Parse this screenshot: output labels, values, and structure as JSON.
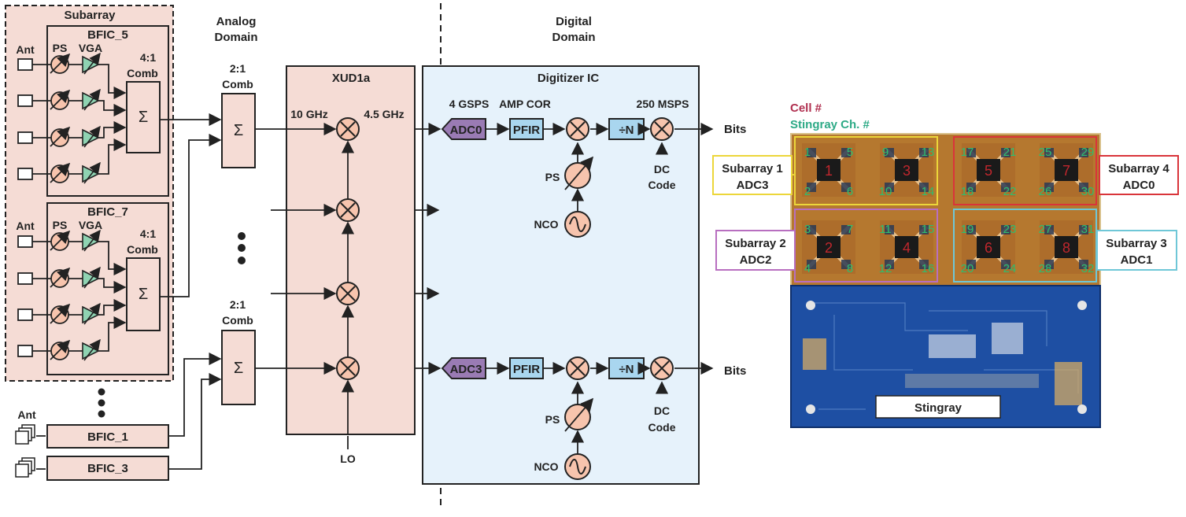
{
  "subarray": {
    "title": "Subarray"
  },
  "analog": {
    "line1": "Analog",
    "line2": "Domain"
  },
  "digital": {
    "line1": "Digital",
    "line2": "Domain"
  },
  "bfic_top": {
    "name": "BFIC_5",
    "ant": "Ant",
    "ps": "PS",
    "vga": "VGA",
    "comb1": "4:1",
    "comb2": "Comb",
    "sum": "Σ"
  },
  "bfic_mid": {
    "name": "BFIC_7",
    "ant": "Ant",
    "ps": "PS",
    "vga": "VGA",
    "comb1": "4:1",
    "comb2": "Comb",
    "sum": "Σ"
  },
  "bfic_low": {
    "ant": "Ant",
    "b1": "BFIC_1",
    "b3": "BFIC_3"
  },
  "comb2a": {
    "l1": "2:1",
    "l2": "Comb",
    "sum": "Σ"
  },
  "comb2b": {
    "l1": "2:1",
    "l2": "Comb",
    "sum": "Σ"
  },
  "xud": {
    "title": "XUD1a",
    "rf": "10 GHz",
    "if": "4.5 GHz",
    "lo": "LO"
  },
  "digitizer": {
    "title": "Digitizer IC",
    "rate": "4 GSPS",
    "ampcor": "AMP COR",
    "outrate": "250 MSPS",
    "adc_top": "ADC0",
    "adc_bot": "ADC3",
    "pfir": "PFIR",
    "divn": "÷N",
    "ps": "PS",
    "nco": "NCO",
    "dc1": "DC",
    "dc2": "Code",
    "bits": "Bits"
  },
  "board": {
    "legend_cell": "Cell #",
    "legend_ch": "Stingray Ch. #",
    "stingray": "Stingray",
    "sub1": {
      "l1": "Subarray 1",
      "l2": "ADC3"
    },
    "sub2": {
      "l1": "Subarray 2",
      "l2": "ADC2"
    },
    "sub3": {
      "l1": "Subarray 3",
      "l2": "ADC1"
    },
    "sub4": {
      "l1": "Subarray 4",
      "l2": "ADC0"
    },
    "cells": [
      {
        "cell": "1",
        "ch": [
          "1",
          "5",
          "2",
          "6"
        ]
      },
      {
        "cell": "3",
        "ch": [
          "9",
          "13",
          "10",
          "14"
        ]
      },
      {
        "cell": "5",
        "ch": [
          "17",
          "21",
          "18",
          "22"
        ]
      },
      {
        "cell": "7",
        "ch": [
          "25",
          "29",
          "26",
          "30"
        ]
      },
      {
        "cell": "2",
        "ch": [
          "3",
          "7",
          "4",
          "8"
        ]
      },
      {
        "cell": "4",
        "ch": [
          "11",
          "15",
          "12",
          "16"
        ]
      },
      {
        "cell": "6",
        "ch": [
          "19",
          "23",
          "20",
          "24"
        ]
      },
      {
        "cell": "8",
        "ch": [
          "27",
          "31",
          "28",
          "32"
        ]
      }
    ]
  },
  "colors": {
    "pink": "#f5dcd5",
    "lightblue": "#e6f2fb",
    "adc": "#9a7bb4",
    "pfir": "#a9d6ef",
    "mixer": "#f7c4ad",
    "vga": "#8fd3b2",
    "pcb_top": "#b5782f",
    "pcb_bottom": "#1e4fa3",
    "cell_text": "#c1272d",
    "ch_text": "#2dbf6f",
    "sub1": "#ecd63a",
    "sub2": "#b86fc0",
    "sub3": "#6fc7d7",
    "sub4": "#d9343a"
  }
}
